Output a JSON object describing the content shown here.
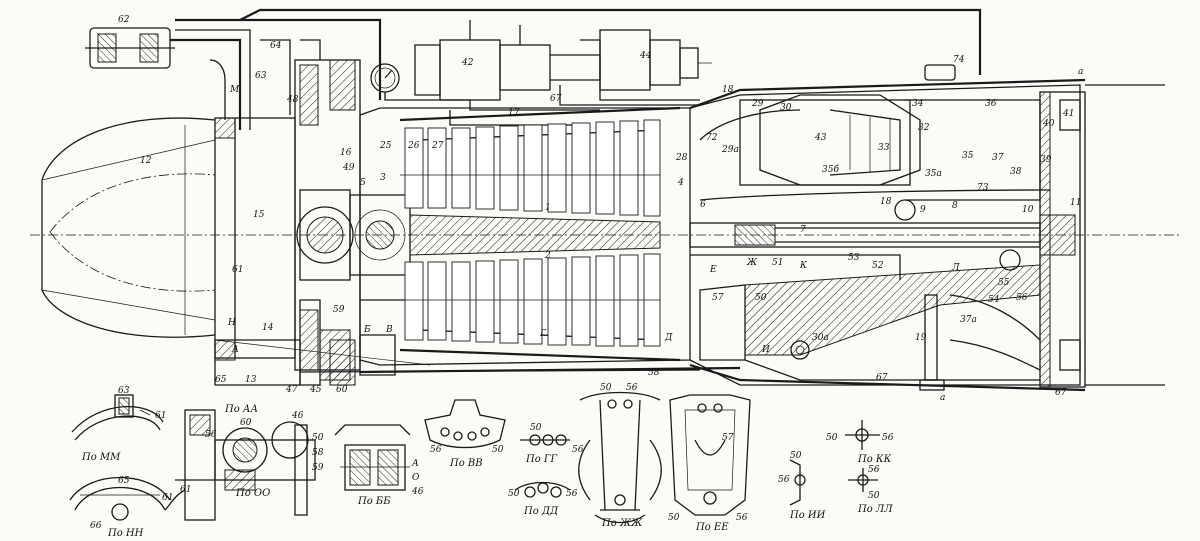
{
  "part_labels": [
    "1",
    "2",
    "3",
    "4",
    "5",
    "6",
    "7",
    "8",
    "9",
    "10",
    "11",
    "12",
    "13",
    "14",
    "15",
    "16",
    "17",
    "18",
    "19",
    "25",
    "26",
    "27",
    "28",
    "29",
    "29a",
    "30a",
    "32",
    "33",
    "34",
    "35",
    "35a",
    "35b",
    "36",
    "37",
    "38",
    "39",
    "40",
    "41",
    "42",
    "43",
    "44",
    "46",
    "47",
    "48",
    "49",
    "50",
    "51",
    "52",
    "53",
    "54",
    "55",
    "56",
    "57",
    "58",
    "59",
    "60",
    "61",
    "62",
    "63",
    "64",
    "65",
    "66",
    "67",
    "72",
    "73",
    "74"
  ],
  "section_marks": [
    "A",
    "Б",
    "В",
    "Г",
    "Д",
    "Е",
    "Ж",
    "И",
    "К",
    "Л",
    "М",
    "Н",
    "а"
  ],
  "view_captions": {
    "mm": "По ММ",
    "nn": "По НН",
    "aa": "По АА",
    "oo": "По ОО",
    "bb": "По ББ",
    "vv": "По ВВ",
    "gg": "По ГГ",
    "dd": "По ДД",
    "zhzh": "По ЖЖ",
    "ee": "По ЕЕ",
    "ii": "По ИИ",
    "kk": "По КК",
    "ll": "По ЛЛ"
  },
  "labels": {
    "n12": "12",
    "n62": "62",
    "n63": "63",
    "n64": "64",
    "n48": "48",
    "n42": "42",
    "n44": "44",
    "n74": "74",
    "n67a": "67",
    "n18a": "18",
    "n17": "17",
    "n25": "25",
    "n26": "26",
    "n27": "27",
    "n16": "16",
    "n49": "49",
    "n5": "5",
    "n3": "3",
    "n15": "15",
    "n61": "61",
    "n1": "1",
    "n2": "2",
    "n28": "28",
    "n4": "4",
    "n6": "6",
    "n72": "72",
    "n29": "29",
    "n29a": "29а",
    "n30": "30",
    "n43": "43",
    "n34": "34",
    "n32": "32",
    "n33": "33",
    "n35": "35",
    "n35a": "35а",
    "n35b": "35б",
    "n36": "36",
    "n37": "37",
    "n38": "38",
    "n39": "39",
    "n40": "40",
    "n41": "41",
    "n11": "11",
    "n18": "18",
    "n9": "9",
    "n8": "8",
    "n10": "10",
    "n7": "7",
    "n73": "73",
    "n53": "53",
    "n52": "52",
    "n51": "51",
    "n57": "57",
    "n50": "50",
    "n30a": "30а",
    "n19": "19",
    "n54": "54",
    "n55": "55",
    "n56": "56",
    "n37a": "37а",
    "n67": "67",
    "n67b": "67",
    "n58": "58",
    "n59": "59",
    "n14": "14",
    "n13": "13",
    "n65": "65",
    "n47": "47",
    "n45": "45",
    "n60": "60",
    "mA": "А",
    "mB": "Б",
    "mV": "В",
    "mG": "Г",
    "mD": "Д",
    "mE": "Е",
    "mZh": "Ж",
    "mI": "И",
    "mK": "К",
    "mL": "Л",
    "mM": "М",
    "mN": "Н",
    "ma1": "а",
    "ma2": "а"
  },
  "legend_labels": {
    "mm_63": "63",
    "mm_61": "61",
    "nn_65": "65",
    "nn_61": "61",
    "nn_66": "66",
    "aa_46": "46",
    "aa_60": "60",
    "aa_56": "56",
    "aa_50": "50",
    "aa_58": "58",
    "aa_61": "61",
    "aa_59": "59",
    "bb_A": "А",
    "bb_O": "О",
    "bb_46": "46",
    "vv_56": "56",
    "vv_50": "50",
    "gg_50": "50",
    "gg_56": "56",
    "dd_50": "50",
    "dd_56": "56",
    "zh_50": "50",
    "zh_56": "56",
    "ee_50": "50",
    "ee_56": "56",
    "ee_57": "57",
    "ii_50": "50",
    "ii_56": "56",
    "kk_50": "50",
    "kk_56": "56",
    "ll_56": "56",
    "ll_50": "50"
  }
}
